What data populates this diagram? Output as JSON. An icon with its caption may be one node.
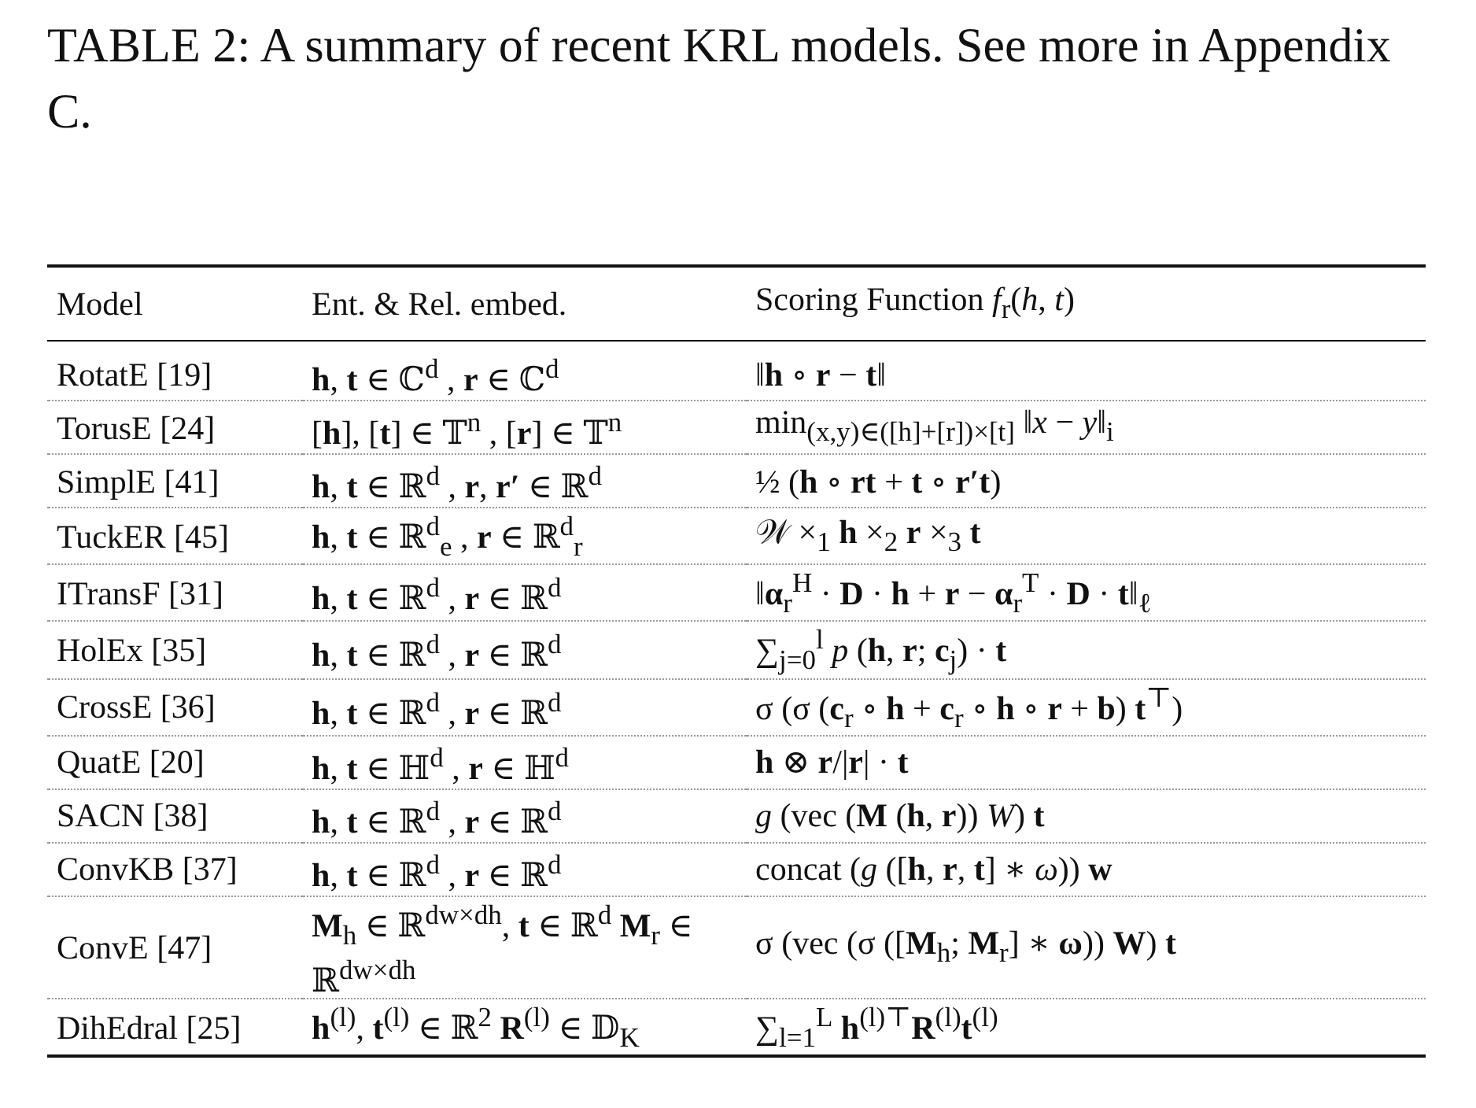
{
  "diagram": {
    "title": "TABLE 2: A summary of recent KRL models. See more in Appendix C.",
    "labels": [
      "Model",
      "Ent. & Rel. embed.",
      "Scoring Function *f*$_{r}$(*h*, *t*)",
      "RotatE [19]",
      "**h**, **t** ∈ ℂ$^{d}$ , **r** ∈ ℂ$^{d}$",
      "‖**h** ∘ **r** − **t**‖",
      "TorusE [24]",
      "[**h**], [**t**] ∈ 𝕋$^{n}$ , [**r**] ∈ 𝕋$^{n}$",
      "min$_{(x,y)∈([h]+[r])×[t]}$ ‖*x* − *y*‖$_{i}$",
      "SimplE [41]",
      "**h**, **t** ∈ ℝ$^{d}$ , **r**, **r′** ∈ ℝ$^{d}$",
      "½ (**h** ∘ **rt** + **t** ∘ **r′t**)",
      "TuckER [45]",
      "**h**, **t** ∈ ℝ$^{d}$$_{e}$ , **r** ∈ ℝ$^{d}$$_{r}$",
      "𝒲 ×$_{1}$ **h** ×$_{2}$ **r** ×$_{3}$ **t**",
      "ITransF [31]",
      "**h**, **t** ∈ ℝ$^{d}$ , **r** ∈ ℝ$^{d}$",
      "‖**α**$_{r}$$^{H}$ · **D** · **h** + **r** − **α**$_{r}$$^{T}$ · **D** · **t**‖$_{ℓ}$",
      "HolEx [35]",
      "**h**, **t** ∈ ℝ$^{d}$ , **r** ∈ ℝ$^{d}$",
      "∑$_{j=0}$$^{l}$ *p* (**h**, **r**; **c**$_{j}$) · **t**",
      "CrossE [36]",
      "**h**, **t** ∈ ℝ$^{d}$ , **r** ∈ ℝ$^{d}$",
      "σ (σ (**c**$_{r}$ ∘ **h** + **c**$_{r}$ ∘ **h** ∘ **r** + **b**) **t**$^{⊤}$)",
      "QuatE [20]",
      "**h**, **t** ∈ ℍ$^{d}$ , **r** ∈ ℍ$^{d}$",
      "**h** ⊗ **r**/|**r**| · **t**",
      "SACN [38]",
      "**h**, **t** ∈ ℝ$^{d}$ , **r** ∈ ℝ$^{d}$",
      "*g* (vec (**M** (**h**, **r**)) *W*) **t**",
      "ConvKB [37]",
      "**h**, **t** ∈ ℝ$^{d}$ , **r** ∈ ℝ$^{d}$",
      "concat (*g* ([**h**, **r**, **t**] ∗ *ω*)) **w**",
      "ConvE [47]",
      "**M**$_{h}$ ∈ ℝ$^{dw×dh}$, **t** ∈ ℝ$^{d}$ **M**$_{r}$ ∈ ℝ$^{dw×dh}$",
      "σ (vec (σ ([**M**$_{h}$; **M**$_{r}$] ∗ **ω**)) **W**) **t**",
      "DihEdral [25]",
      "**h**$^{(l)}$, **t**$^{(l)}$ ∈ ℝ$^{2}$ **R**$^{(l)}$ ∈ 𝔻$_{K}$",
      "∑$_{l=1}$$^{L}$ **h**$^{(l)⊤}$**R**$^{(l)}$**t**$^{(l)}$"
    ]
  }
}
